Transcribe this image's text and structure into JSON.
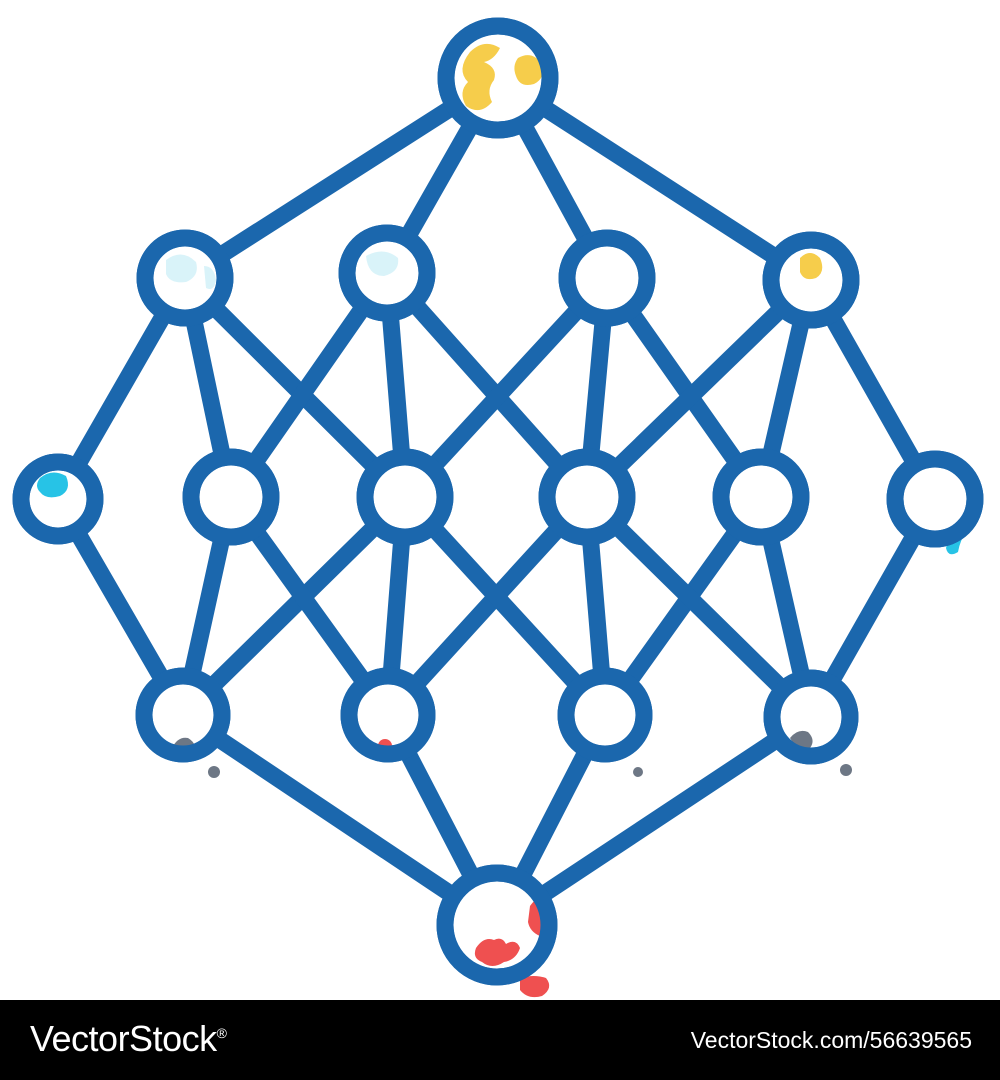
{
  "colors": {
    "stroke": "#1b67ad",
    "background": "#ffffff",
    "footer_bg": "#000000",
    "footer_text": "#ffffff",
    "accent_yellow": "#f6cd4b",
    "accent_cyan": "#27c3e6",
    "accent_light_cyan": "#d9f3f9",
    "accent_red": "#ef5050",
    "accent_gray": "#6d7785"
  },
  "diagram": {
    "subject": "network-graph-icon",
    "node_count": 16,
    "layers": [
      1,
      4,
      6,
      4,
      1
    ]
  },
  "footer": {
    "brand": "VectorStock",
    "brand_mark": "®",
    "image_id": "VectorStock.com/56639565"
  }
}
